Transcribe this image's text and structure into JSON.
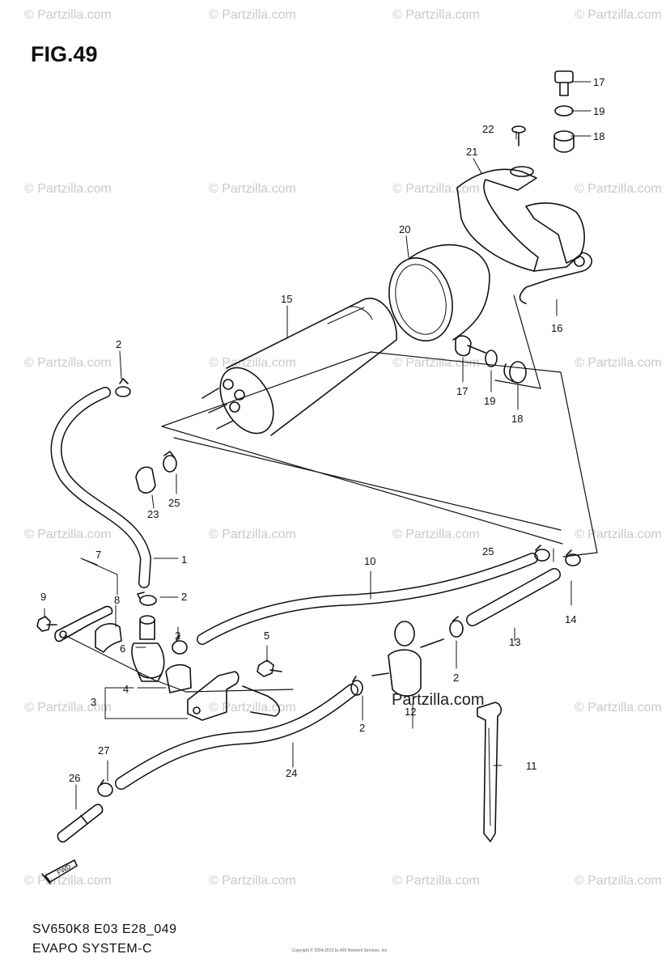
{
  "figure": {
    "title": "FIG.49",
    "code": "SV650K8 E03 E28_049",
    "system_name": "EVAPO SYSTEM-C",
    "copyright": "Copyright © 2004-2012 by ARI Network Services, Inc.",
    "fwd_label": "FWD"
  },
  "watermark": {
    "text": "© Partzilla.com",
    "overlay_text": "Partzilla.com"
  },
  "callouts": {
    "c1": "1",
    "c2a": "2",
    "c2b": "2",
    "c2c": "2",
    "c2d": "2",
    "c2e": "2",
    "c3": "3",
    "c4": "4",
    "c5": "5",
    "c6": "6",
    "c7": "7",
    "c8": "8",
    "c9": "9",
    "c10": "10",
    "c11": "11",
    "c12": "12",
    "c13": "13",
    "c14": "14",
    "c15": "15",
    "c16": "16",
    "c17a": "17",
    "c17b": "17",
    "c18a": "18",
    "c18b": "18",
    "c19a": "19",
    "c19b": "19",
    "c20": "20",
    "c21": "21",
    "c22": "22",
    "c23": "23",
    "c24": "24",
    "c25a": "25",
    "c25b": "25",
    "c26": "26",
    "c27": "27"
  }
}
